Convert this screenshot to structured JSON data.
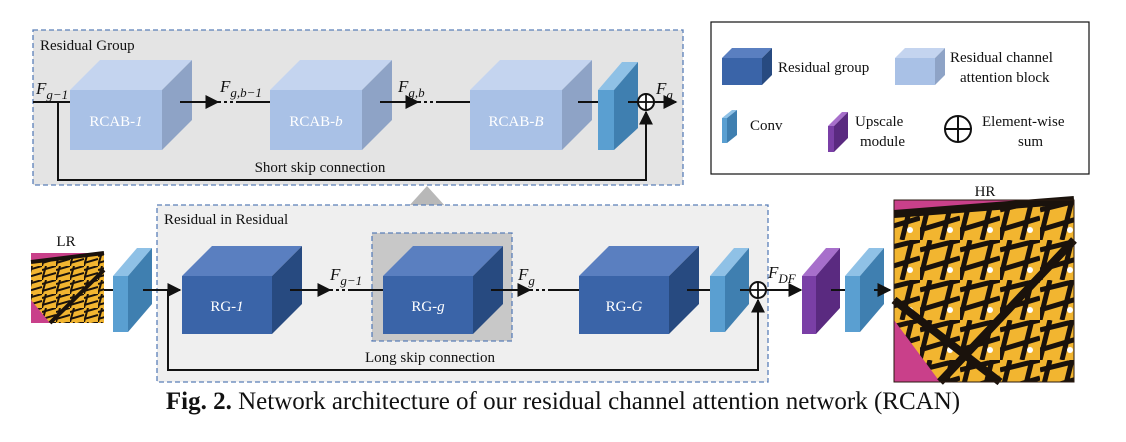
{
  "group_top": {
    "title": "Residual Group",
    "skip_label": "Short skip connection"
  },
  "group_bottom": {
    "title": "Residual in Residual",
    "skip_label": "Long skip connection"
  },
  "rcab_blocks": [
    {
      "prefix": "RCAB-",
      "index": "1"
    },
    {
      "prefix": "RCAB-",
      "index": "b"
    },
    {
      "prefix": "RCAB-",
      "index": "B"
    }
  ],
  "rg_blocks": [
    {
      "prefix": "RG-",
      "index": "1"
    },
    {
      "prefix": "RG-",
      "index": "g"
    },
    {
      "prefix": "RG-",
      "index": "G"
    }
  ],
  "features": {
    "fg_minus1_top": {
      "base": "F",
      "sub": "g−1"
    },
    "fg_b_minus1": {
      "base": "F",
      "sub": "g,b−1"
    },
    "fg_b": {
      "base": "F",
      "sub": "g,b"
    },
    "fg_top": {
      "base": "F",
      "sub": "g"
    },
    "fg_minus1_bottom": {
      "base": "F",
      "sub": "g−1"
    },
    "fg_bottom": {
      "base": "F",
      "sub": "g"
    },
    "fdf": {
      "base": "F",
      "sub": "DF"
    }
  },
  "legend": {
    "residual_group": "Residual group",
    "rcab_line1": "Residual channel",
    "rcab_line2": "attention block",
    "conv": "Conv",
    "upscale_line1": "Upscale",
    "upscale_line2": "module",
    "sum_line1": "Element-wise",
    "sum_line2": "sum"
  },
  "images": {
    "lr_label": "LR",
    "hr_label": "HR"
  },
  "caption": {
    "prefix": "Fig. 2.",
    "text": " Network architecture of our residual channel attention network (RCAN)"
  },
  "colors": {
    "rcab": "#a9c1e6",
    "rg": "#3a64a8",
    "conv": "#5a9fd1",
    "upscale": "#7a3fa6",
    "group_bg": "#e4e4e4"
  }
}
